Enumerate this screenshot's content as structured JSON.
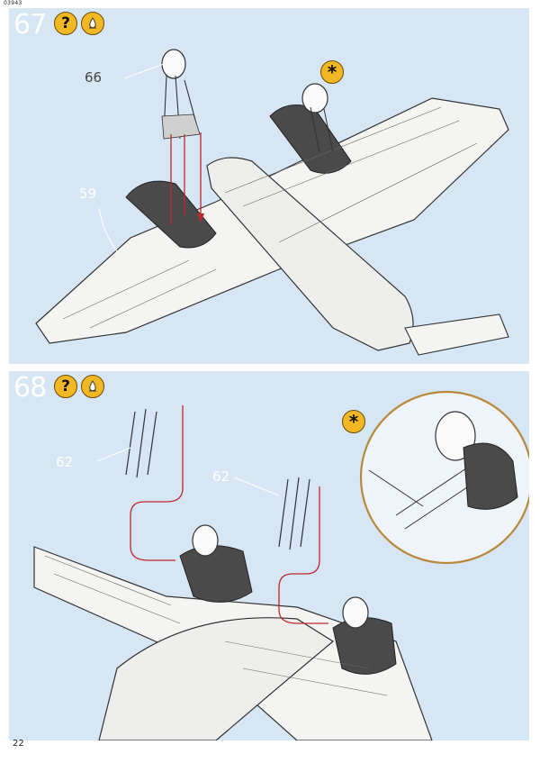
{
  "doc_code": "03943",
  "page_number": "22",
  "steps": [
    {
      "number": "67",
      "badge_help": "?",
      "callouts": [
        "66",
        "59"
      ],
      "note_symbol": "*"
    },
    {
      "number": "68",
      "badge_help": "?",
      "callouts": [
        "62",
        "62"
      ],
      "note_symbol": "*"
    }
  ],
  "colors": {
    "panel_background": "#d6e6f4",
    "badge_yellow": "#f2b823",
    "guide_line_red": "#c0272d",
    "detail_circle": "#b8893a"
  },
  "icons": [
    "question-mark-icon",
    "paint-drop-icon",
    "asterisk-icon"
  ]
}
